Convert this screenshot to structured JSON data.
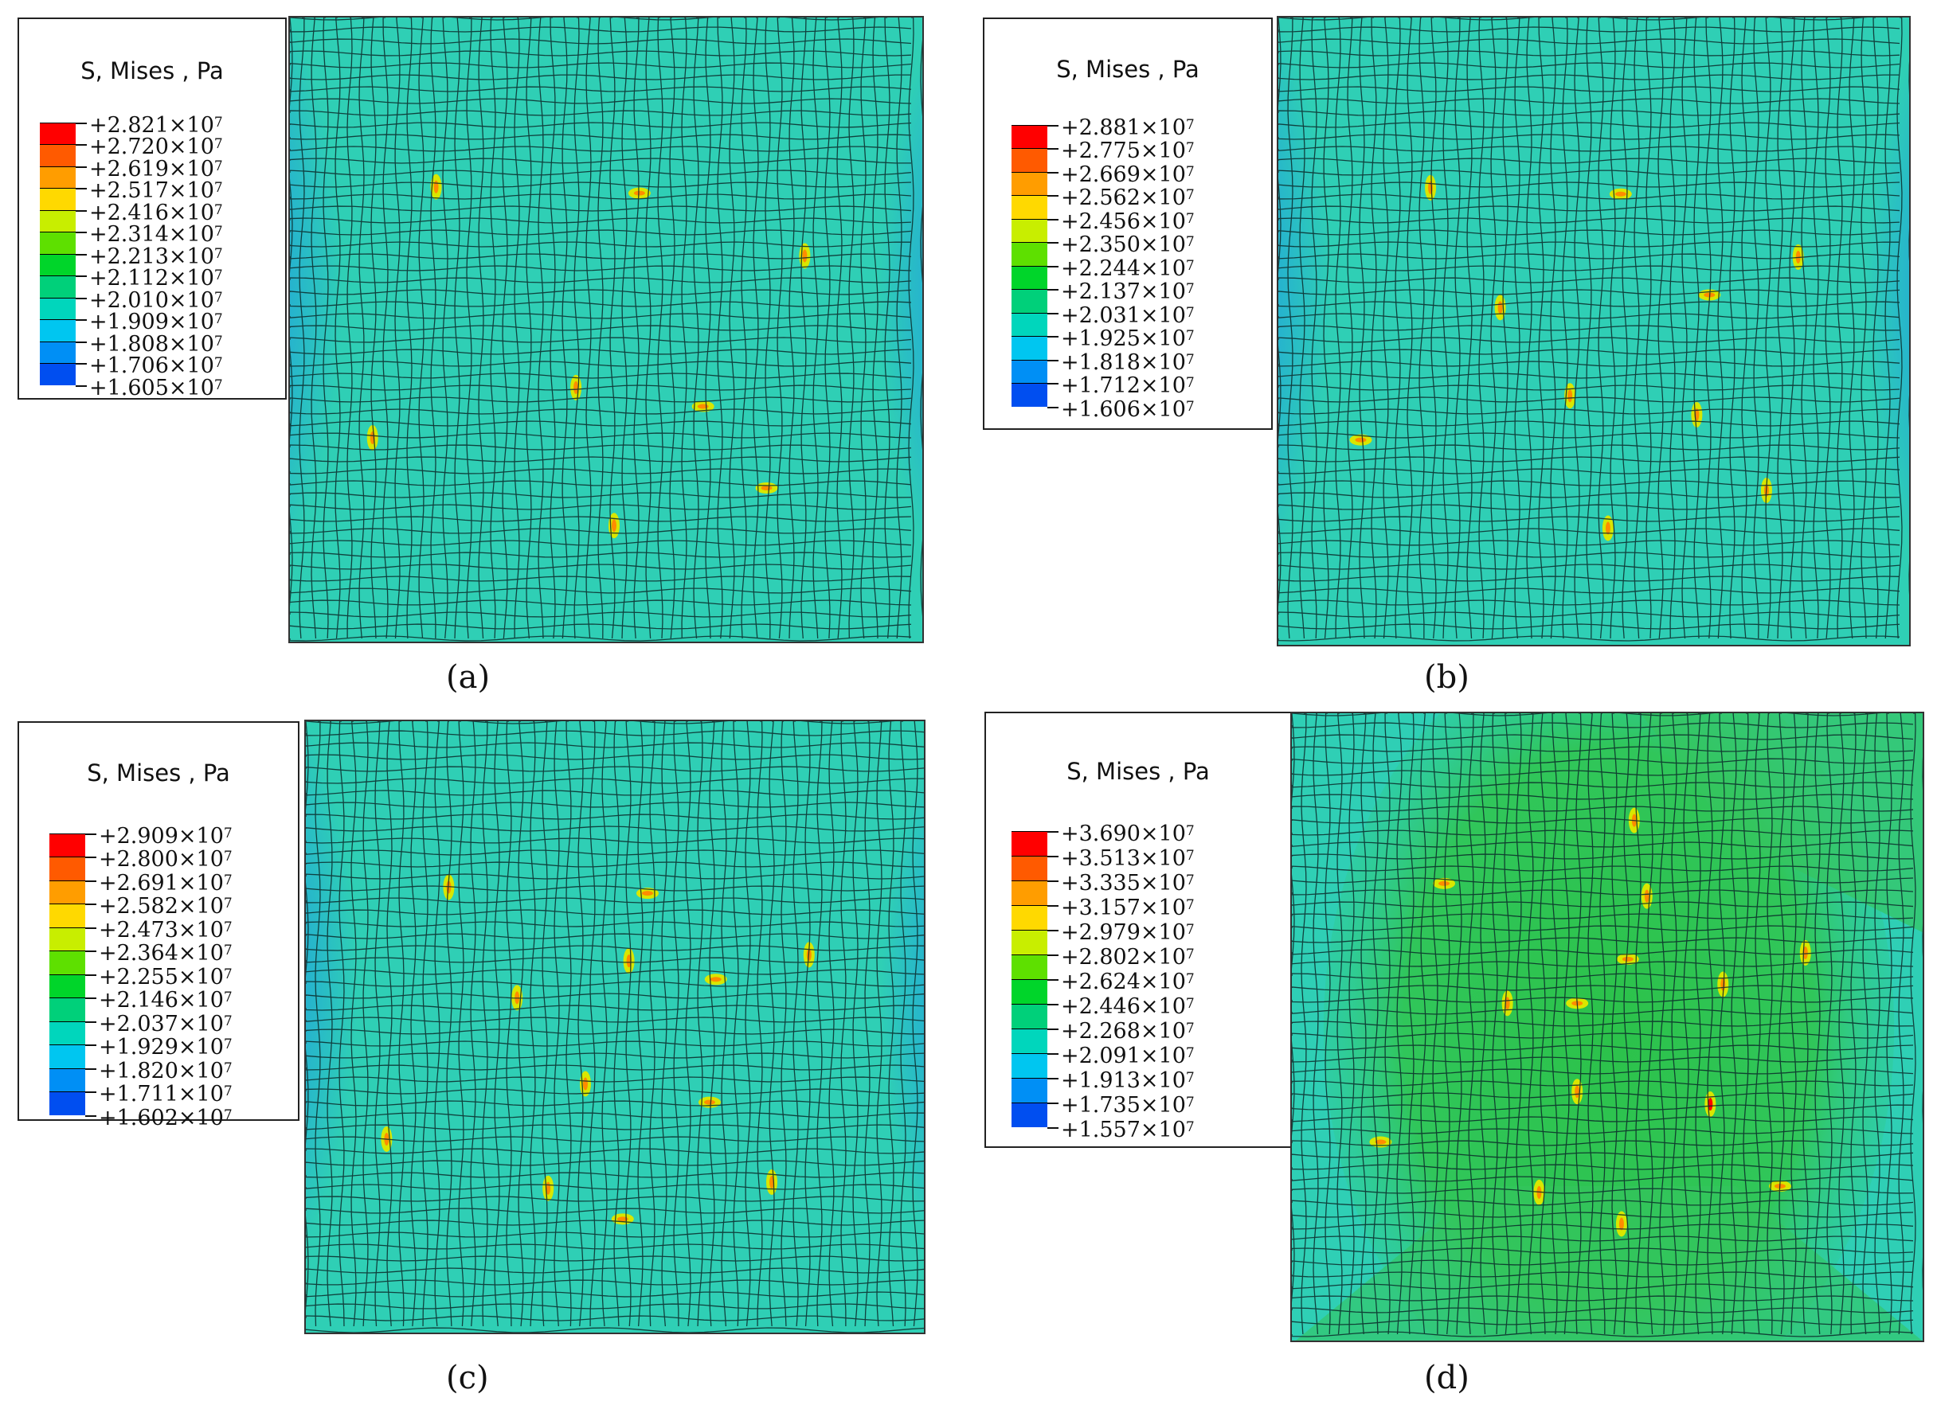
{
  "panels": [
    {
      "id": "a",
      "caption": "(a)",
      "legend_title": "S, Mises , Pa",
      "legend_values": [
        "+2.821",
        "+2.720",
        "+2.619",
        "+2.517",
        "+2.416",
        "+2.314",
        "+2.213",
        "+2.112",
        "+2.010",
        "+1.909",
        "+1.808",
        "+1.706",
        "+1.605"
      ],
      "exponent_base": "×10",
      "exponent": "7",
      "base_color": "#2fcfb5",
      "style": "blue-sides"
    },
    {
      "id": "b",
      "caption": "(b)",
      "legend_title": "S, Mises , Pa",
      "legend_values": [
        "+2.881",
        "+2.775",
        "+2.669",
        "+2.562",
        "+2.456",
        "+2.350",
        "+2.244",
        "+2.137",
        "+2.031",
        "+1.925",
        "+1.818",
        "+1.712",
        "+1.606"
      ],
      "exponent_base": "×10",
      "exponent": "7",
      "base_color": "#2fcfb5",
      "style": "blue-sides"
    },
    {
      "id": "c",
      "caption": "(c)",
      "legend_title": "S, Mises , Pa",
      "legend_values": [
        "+2.909",
        "+2.800",
        "+2.691",
        "+2.582",
        "+2.473",
        "+2.364",
        "+2.255",
        "+2.146",
        "+2.037",
        "+1.929",
        "+1.820",
        "+1.711",
        "+1.602"
      ],
      "exponent_base": "×10",
      "exponent": "7",
      "base_color": "#2fcfb5",
      "style": "blue-sides"
    },
    {
      "id": "d",
      "caption": "(d)",
      "legend_title": "S, Mises , Pa",
      "legend_values": [
        "+3.690",
        "+3.513",
        "+3.335",
        "+3.157",
        "+2.979",
        "+2.802",
        "+2.624",
        "+2.446",
        "+2.268",
        "+2.091",
        "+1.913",
        "+1.735",
        "+1.557"
      ],
      "exponent_base": "×10",
      "exponent": "7",
      "base_color": "#2fcfb5",
      "style": "green-center"
    }
  ],
  "colormap": [
    "#ff0000",
    "#ff5a00",
    "#ff9d00",
    "#ffd900",
    "#c8ee00",
    "#5ee000",
    "#00d52a",
    "#00d07a",
    "#00d6bc",
    "#00c6f0",
    "#008ff5",
    "#004ef0",
    "#0010e8"
  ]
}
